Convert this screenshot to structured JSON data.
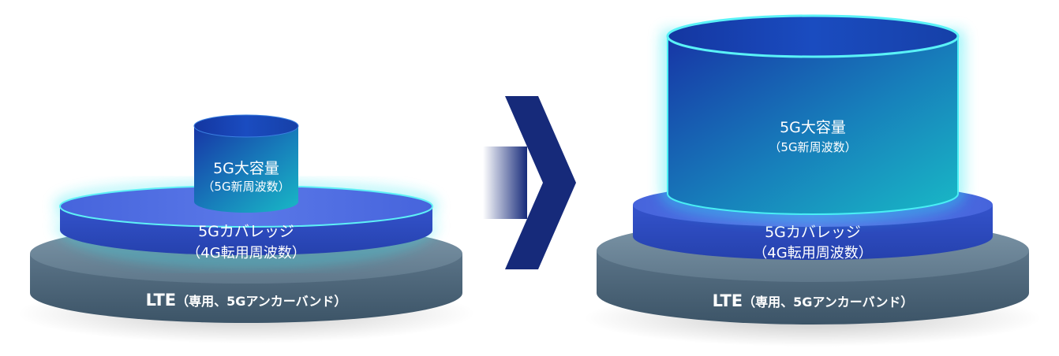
{
  "left": {
    "lte_label": "LTE",
    "lte_sub": "（専用、5Gアンカーバンド）",
    "coverage_title": "5Gカバレッジ",
    "coverage_sub": "（4G転用周波数）",
    "capacity_title": "5G大容量",
    "capacity_sub": "（5G新周波数）"
  },
  "right": {
    "lte_label": "LTE",
    "lte_sub": "（専用、5Gアンカーバンド）",
    "coverage_title": "5Gカバレッジ",
    "coverage_sub": "（4G転用周波数）",
    "capacity_title": "5G大容量",
    "capacity_sub": "（5G新周波数）"
  },
  "colors": {
    "lte_side": "#4a6478",
    "lte_top": "#6c8598",
    "coverage_side": "#2b49c0",
    "coverage_top": "#4f6ee0",
    "capacity_dark": "#1a3aa8",
    "capacity_light": "#18b6c8",
    "glow": "#27e6f0",
    "arrow": "#162a7a"
  }
}
